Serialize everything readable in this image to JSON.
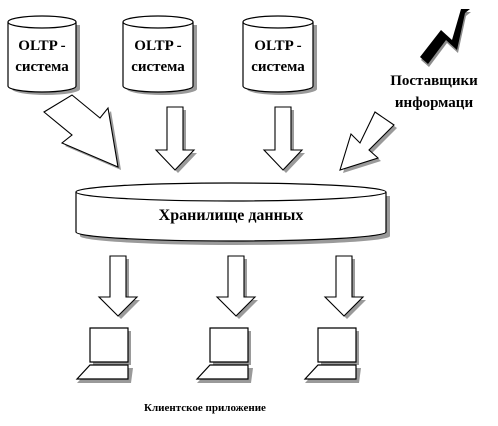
{
  "sources": [
    {
      "line1": "OLTP -",
      "line2": "система"
    },
    {
      "line1": "OLTP -",
      "line2": "система"
    },
    {
      "line1": "OLTP -",
      "line2": "система"
    }
  ],
  "suppliers": {
    "line1": "Поставщики",
    "line2": "информаци"
  },
  "warehouse": {
    "label": "Хранилище данных"
  },
  "clients": {
    "caption": "Клиентское приложение"
  },
  "icons": [
    "database-cylinder-icon",
    "lightning-icon",
    "laptop-icon",
    "down-arrow-icon"
  ]
}
